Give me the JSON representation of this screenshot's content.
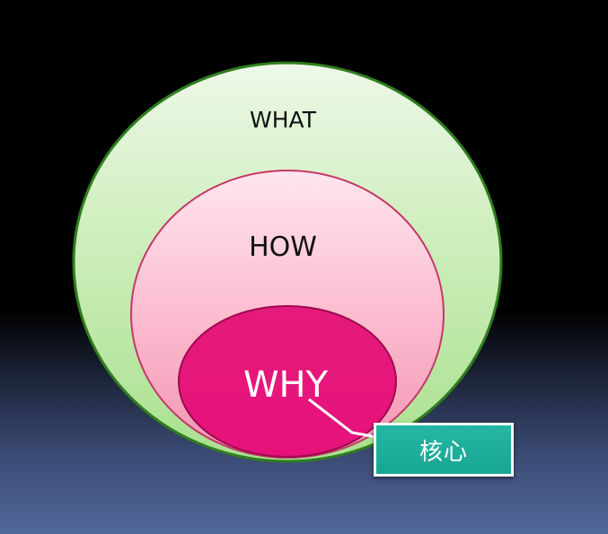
{
  "diagram": {
    "outer_label": "WHAT",
    "middle_label": "HOW",
    "inner_label": "WHY",
    "callout_label": "核心"
  },
  "colors": {
    "outer_fill_top": "#e9f6e1",
    "outer_fill_bottom": "#b1e49a",
    "outer_stroke": "#2f7d1e",
    "middle_fill_top": "#ffe2ea",
    "middle_fill_bottom": "#f5a0bb",
    "middle_stroke": "#c63768",
    "inner_fill": "#e8127a",
    "inner_stroke": "#9c0b4d",
    "callout_fill": "#1fae9b",
    "callout_border": "#ffffff",
    "connector": "#ffffff"
  }
}
